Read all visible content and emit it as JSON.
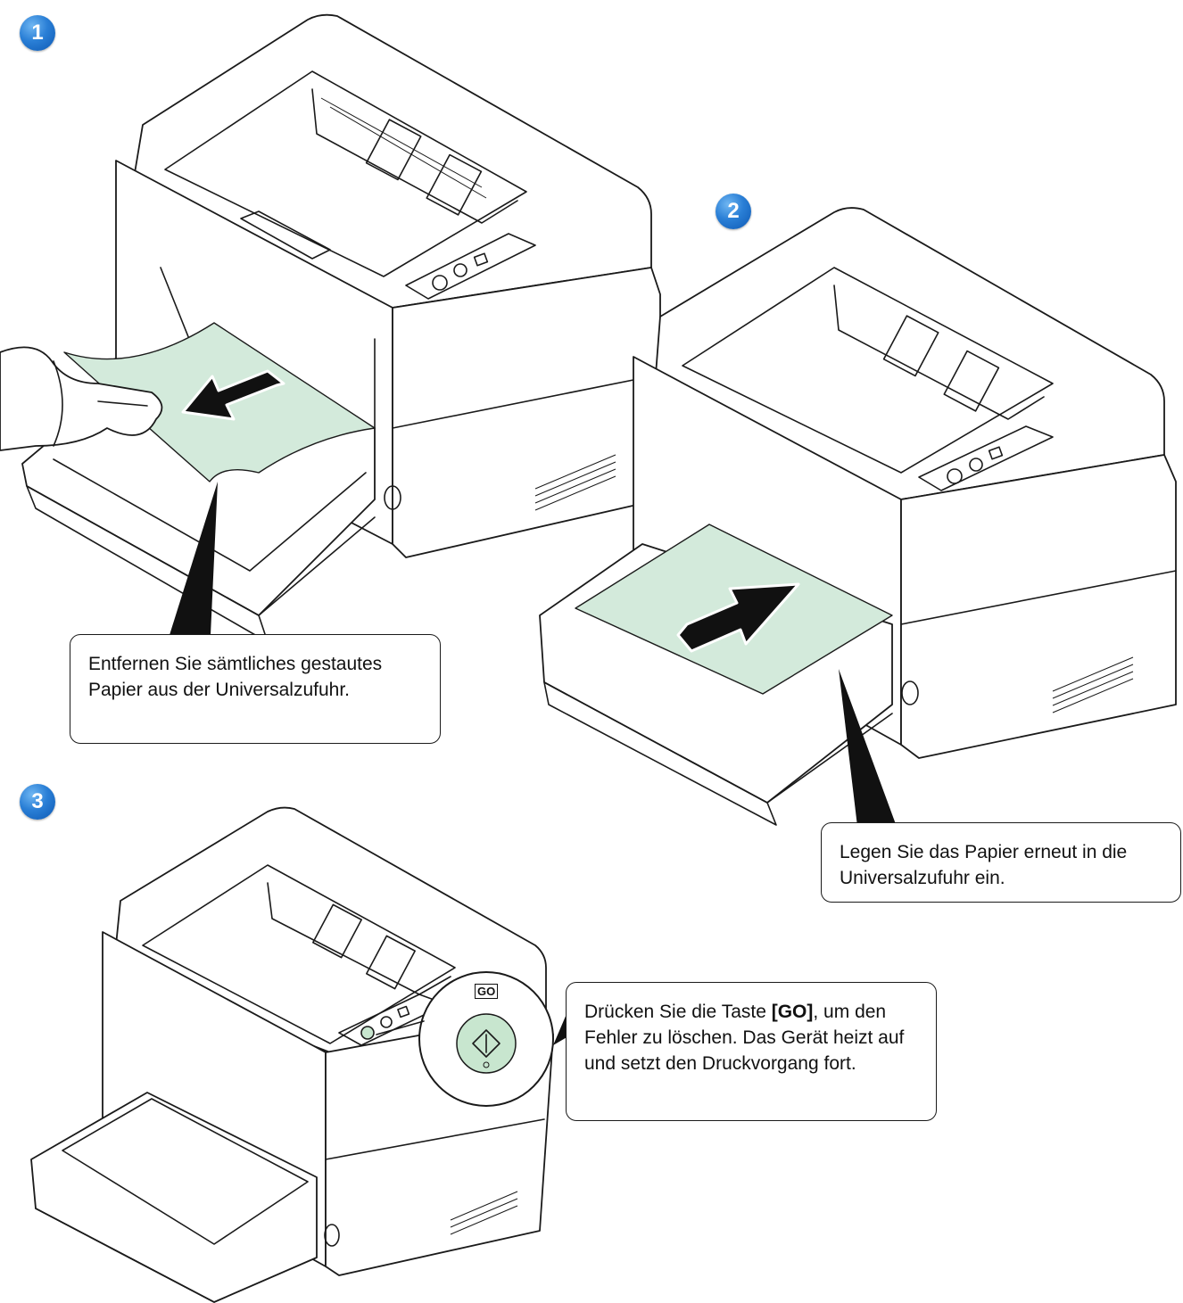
{
  "steps": [
    {
      "number": "1",
      "text": "Entfernen Sie sämtliches gestautes Papier aus der Universalzufuhr."
    },
    {
      "number": "2",
      "text": "Legen Sie das Papier erneut in die Universalzufuhr ein."
    },
    {
      "number": "3",
      "text_before": "Drücken Sie die Taste ",
      "key": "[GO]",
      "text_after": ", um den Fehler zu löschen. Das Gerät heizt auf und setzt den Druckvorgang fort."
    }
  ],
  "panel_key_label": "GO",
  "colors": {
    "paper": "#d3eadb",
    "go_button": "#c8e6cf",
    "badge": "#1f6fcc",
    "outline": "#1a1a1a"
  },
  "icons": [
    "printer",
    "hand",
    "push-arrow",
    "go-button-icon",
    "callout-pointer"
  ]
}
